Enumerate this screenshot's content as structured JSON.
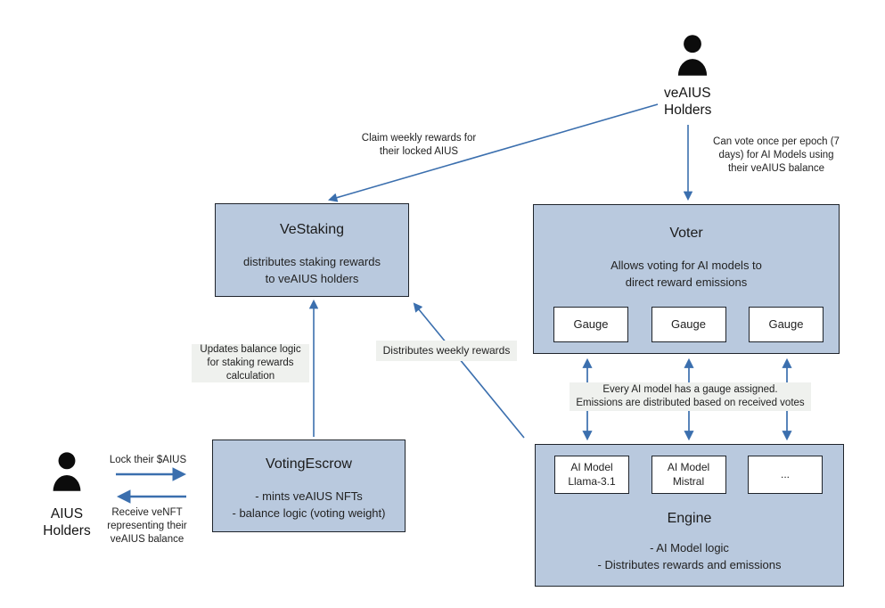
{
  "colors": {
    "box_fill": "#b9c9de",
    "box_border": "#1f242b",
    "arrow_blue": "#3b6fae",
    "label_bg": "#eff1ee",
    "icon_black": "#0c0c0c"
  },
  "actors": {
    "veaius_holders": {
      "label": "veAIUS\nHolders"
    },
    "aius_holders": {
      "label": "AIUS\nHolders"
    }
  },
  "boxes": {
    "vestaking": {
      "title": "VeStaking",
      "body": "distributes staking rewards\nto veAIUS holders"
    },
    "voter": {
      "title": "Voter",
      "body": "Allows voting for AI models to\ndirect reward emissions",
      "gauges": [
        "Gauge",
        "Gauge",
        "Gauge"
      ]
    },
    "votingescrow": {
      "title": "VotingEscrow",
      "body": "- mints veAIUS NFTs\n- balance logic (voting weight)"
    },
    "engine": {
      "title": "Engine",
      "body": "- AI Model logic\n- Distributes rewards and emissions",
      "models": [
        "AI Model\nLlama-3.1",
        "AI Model\nMistral",
        "..."
      ]
    }
  },
  "labels": {
    "claim_rewards": "Claim weekly rewards for\ntheir locked AIUS",
    "can_vote": "Can vote once per epoch (7\ndays)  for AI Models using\ntheir veAIUS balance",
    "updates_balance": "Updates balance logic\nfor staking rewards\ncalculation",
    "distributes_weekly": "Distributes weekly rewards",
    "gauge_assigned": "Every AI model has a gauge assigned.\nEmissions are distributed based on received votes",
    "lock_aius": "Lock their $AIUS",
    "receive_venft": "Receive veNFT\nrepresenting their\nveAIUS balance"
  }
}
